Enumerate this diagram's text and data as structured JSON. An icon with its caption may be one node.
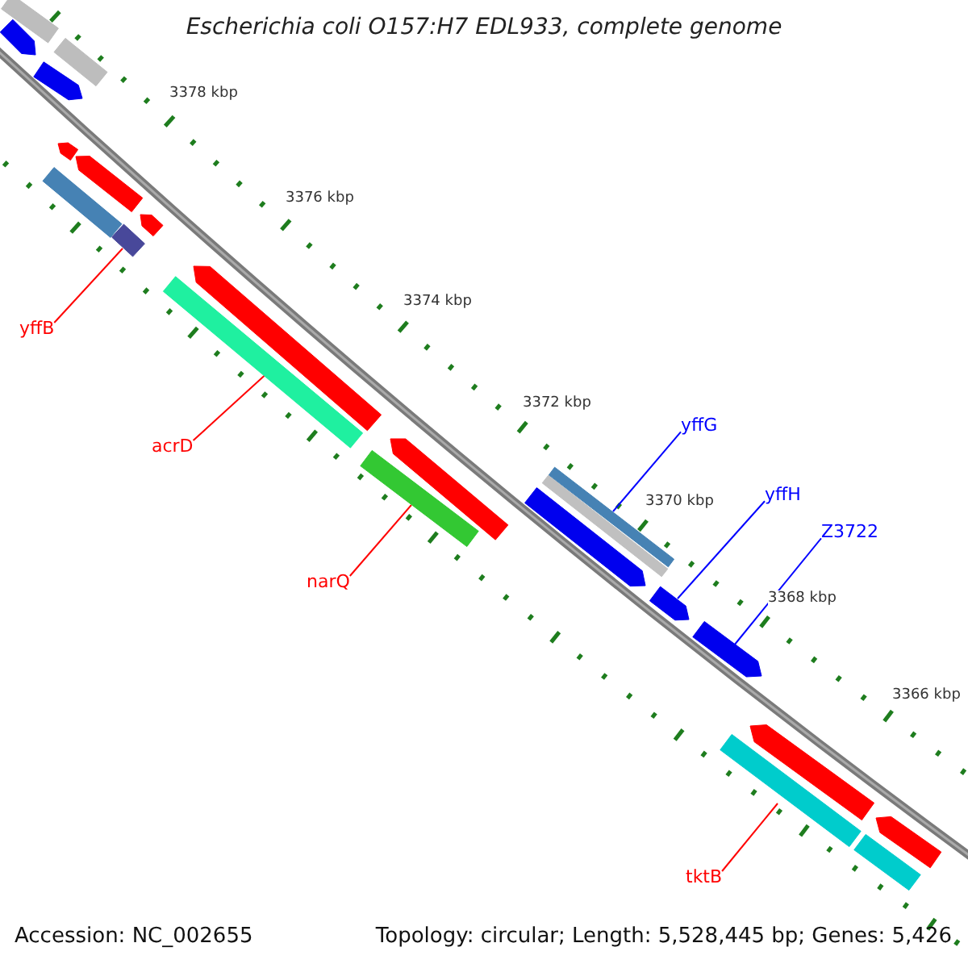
{
  "diagram": {
    "title": "Escherichia coli O157:H7 EDL933, complete genome",
    "nodes": [
      {
        "text": [
          "yffB"
        ]
      },
      {
        "text": [
          "yffG"
        ]
      },
      {
        "text": [
          "acrD"
        ]
      },
      {
        "text": [
          "yffH"
        ]
      },
      {
        "text": [
          "Z3722"
        ]
      },
      {
        "text": [
          "narQ"
        ]
      },
      {
        "text": [
          "tktB"
        ]
      },
      {
        "text": [],
        "shape": "bar"
      },
      {
        "text": [],
        "shape": "bar"
      },
      {
        "text": [],
        "shape": "bar"
      },
      {
        "text": [],
        "shape": "arrow"
      },
      {
        "text": [],
        "shape": "arrow"
      },
      {
        "text": [],
        "shape": "bar"
      },
      {
        "text": [],
        "shape": "bar"
      },
      {
        "text": [],
        "shape": "bar"
      },
      {
        "text": [],
        "shape": "bar"
      },
      {
        "text": [],
        "shape": "arrow"
      },
      {
        "text": [],
        "shape": "arrow"
      },
      {
        "text": [],
        "shape": "arrow"
      },
      {
        "text": [],
        "shape": "arrow"
      },
      {
        "text": [],
        "shape": "arrow"
      },
      {
        "text": [],
        "shape": "arrow"
      },
      {
        "text": [],
        "shape": "arrow"
      },
      {
        "text": [],
        "shape": "arrow"
      },
      {
        "text": [],
        "shape": "arrow"
      },
      {
        "text": [],
        "shape": "arrow"
      }
    ],
    "edges": [
      {
        "from": 0,
        "to": 7,
        "arrow": "none"
      },
      {
        "from": 1,
        "to": 8,
        "arrow": "none",
        "color": "#0000ff"
      },
      {
        "from": 2,
        "to": 9,
        "arrow": "none"
      },
      {
        "from": 3,
        "to": 10,
        "arrow": "none",
        "color": "#0000ff"
      },
      {
        "from": 4,
        "to": 11,
        "arrow": "none",
        "color": "#0000ff"
      },
      {
        "from": 5,
        "to": 12,
        "arrow": "none"
      },
      {
        "from": 6,
        "to": 13,
        "arrow": "none"
      }
    ],
    "labels": [
      "3378 kbp",
      "3376 kbp",
      "3374 kbp",
      "3372 kbp",
      "3370 kbp",
      "3368 kbp",
      "3366 kbp",
      "Accession: NC_002655",
      "Topology: circular; Length: 5,528,445 bp; Genes: 5,426"
    ]
  }
}
